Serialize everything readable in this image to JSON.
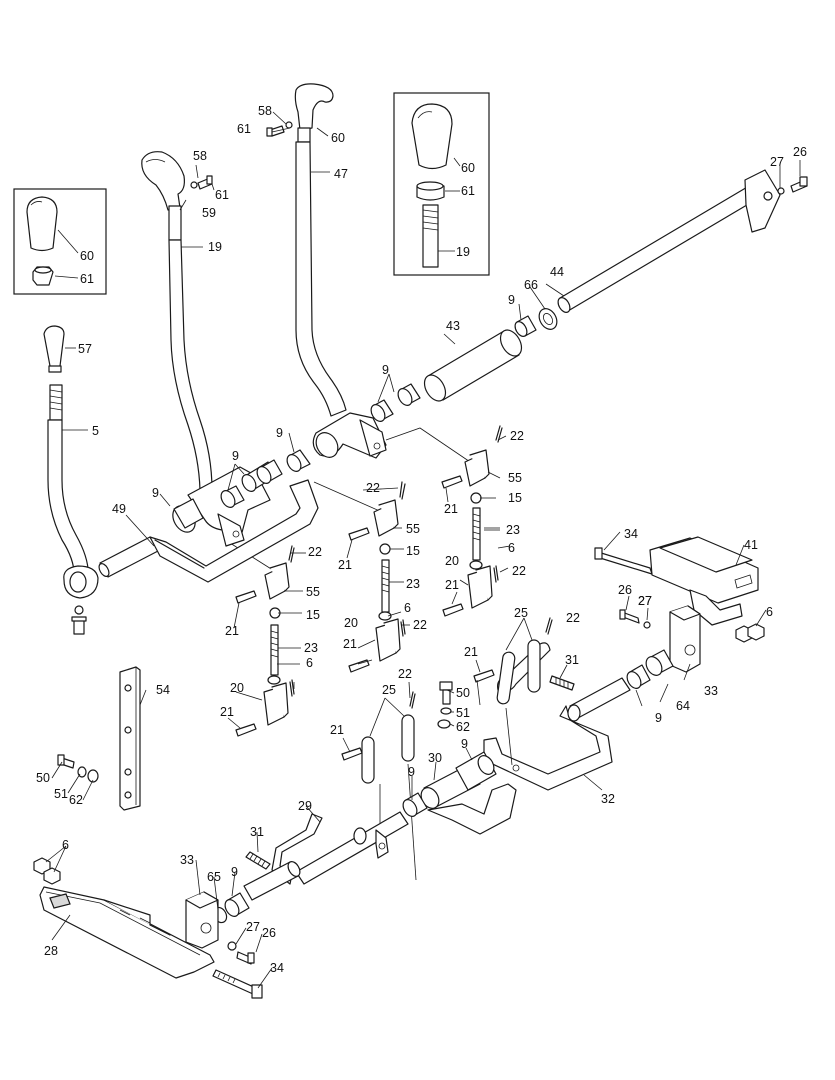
{
  "labels": [
    {
      "id": "l-58a",
      "text": "58"
    },
    {
      "id": "l-61a",
      "text": "61"
    },
    {
      "id": "l-60a",
      "text": "60"
    },
    {
      "id": "l-47",
      "text": "47"
    },
    {
      "id": "l-58b",
      "text": "58"
    },
    {
      "id": "l-61b",
      "text": "61"
    },
    {
      "id": "l-59",
      "text": "59"
    },
    {
      "id": "l-19a",
      "text": "19"
    },
    {
      "id": "l-60b",
      "text": "60"
    },
    {
      "id": "l-61c",
      "text": "61"
    },
    {
      "id": "l-19b",
      "text": "19"
    },
    {
      "id": "l-60c",
      "text": "60"
    },
    {
      "id": "l-61d",
      "text": "61"
    },
    {
      "id": "l-27a",
      "text": "27"
    },
    {
      "id": "l-26a",
      "text": "26"
    },
    {
      "id": "l-44",
      "text": "44"
    },
    {
      "id": "l-66",
      "text": "66"
    },
    {
      "id": "l-9a",
      "text": "9"
    },
    {
      "id": "l-43",
      "text": "43"
    },
    {
      "id": "l-57",
      "text": "57"
    },
    {
      "id": "l-9b",
      "text": "9"
    },
    {
      "id": "l-5",
      "text": "5"
    },
    {
      "id": "l-9c",
      "text": "9"
    },
    {
      "id": "l-22a",
      "text": "22"
    },
    {
      "id": "l-55a",
      "text": "55"
    },
    {
      "id": "l-9d",
      "text": "9"
    },
    {
      "id": "l-9e",
      "text": "9"
    },
    {
      "id": "l-22b",
      "text": "22"
    },
    {
      "id": "l-15a",
      "text": "15"
    },
    {
      "id": "l-21a",
      "text": "21"
    },
    {
      "id": "l-49",
      "text": "49"
    },
    {
      "id": "l-55b",
      "text": "55"
    },
    {
      "id": "l-23a",
      "text": "23"
    },
    {
      "id": "l-22c",
      "text": "22"
    },
    {
      "id": "l-21b",
      "text": "21"
    },
    {
      "id": "l-15b",
      "text": "15"
    },
    {
      "id": "l-20a",
      "text": "20"
    },
    {
      "id": "l-6a",
      "text": "6"
    },
    {
      "id": "l-22d",
      "text": "22"
    },
    {
      "id": "l-21c",
      "text": "21"
    },
    {
      "id": "l-34a",
      "text": "34"
    },
    {
      "id": "l-55c",
      "text": "55"
    },
    {
      "id": "l-41",
      "text": "41"
    },
    {
      "id": "l-23b",
      "text": "23"
    },
    {
      "id": "l-27b",
      "text": "27"
    },
    {
      "id": "l-21d",
      "text": "21"
    },
    {
      "id": "l-15c",
      "text": "15"
    },
    {
      "id": "l-26b",
      "text": "26"
    },
    {
      "id": "l-27c",
      "text": "27"
    },
    {
      "id": "l-6b",
      "text": "6"
    },
    {
      "id": "l-20b",
      "text": "20"
    },
    {
      "id": "l-22e",
      "text": "22"
    },
    {
      "id": "l-6c",
      "text": "6"
    },
    {
      "id": "l-21e",
      "text": "21"
    },
    {
      "id": "l-25a",
      "text": "25"
    },
    {
      "id": "l-22f",
      "text": "22"
    },
    {
      "id": "l-23c",
      "text": "23"
    },
    {
      "id": "l-21f",
      "text": "21"
    },
    {
      "id": "l-31a",
      "text": "31"
    },
    {
      "id": "l-6d",
      "text": "6"
    },
    {
      "id": "l-33a",
      "text": "33"
    },
    {
      "id": "l-54",
      "text": "54"
    },
    {
      "id": "l-22g",
      "text": "22"
    },
    {
      "id": "l-20c",
      "text": "20"
    },
    {
      "id": "l-50a",
      "text": "50"
    },
    {
      "id": "l-25b",
      "text": "25"
    },
    {
      "id": "l-9f",
      "text": "9"
    },
    {
      "id": "l-64",
      "text": "64"
    },
    {
      "id": "l-21g",
      "text": "21"
    },
    {
      "id": "l-51a",
      "text": "51"
    },
    {
      "id": "l-62a",
      "text": "62"
    },
    {
      "id": "l-21h",
      "text": "21"
    },
    {
      "id": "l-30",
      "text": "30"
    },
    {
      "id": "l-9g",
      "text": "9"
    },
    {
      "id": "l-50b",
      "text": "50"
    },
    {
      "id": "l-51b",
      "text": "51"
    },
    {
      "id": "l-62b",
      "text": "62"
    },
    {
      "id": "l-9h",
      "text": "9"
    },
    {
      "id": "l-32",
      "text": "32"
    },
    {
      "id": "l-29",
      "text": "29"
    },
    {
      "id": "l-6e",
      "text": "6"
    },
    {
      "id": "l-31b",
      "text": "31"
    },
    {
      "id": "l-33b",
      "text": "33"
    },
    {
      "id": "l-65",
      "text": "65"
    },
    {
      "id": "l-9i",
      "text": "9"
    },
    {
      "id": "l-28",
      "text": "28"
    },
    {
      "id": "l-27d",
      "text": "27"
    },
    {
      "id": "l-26c",
      "text": "26"
    },
    {
      "id": "l-34b",
      "text": "34"
    }
  ]
}
